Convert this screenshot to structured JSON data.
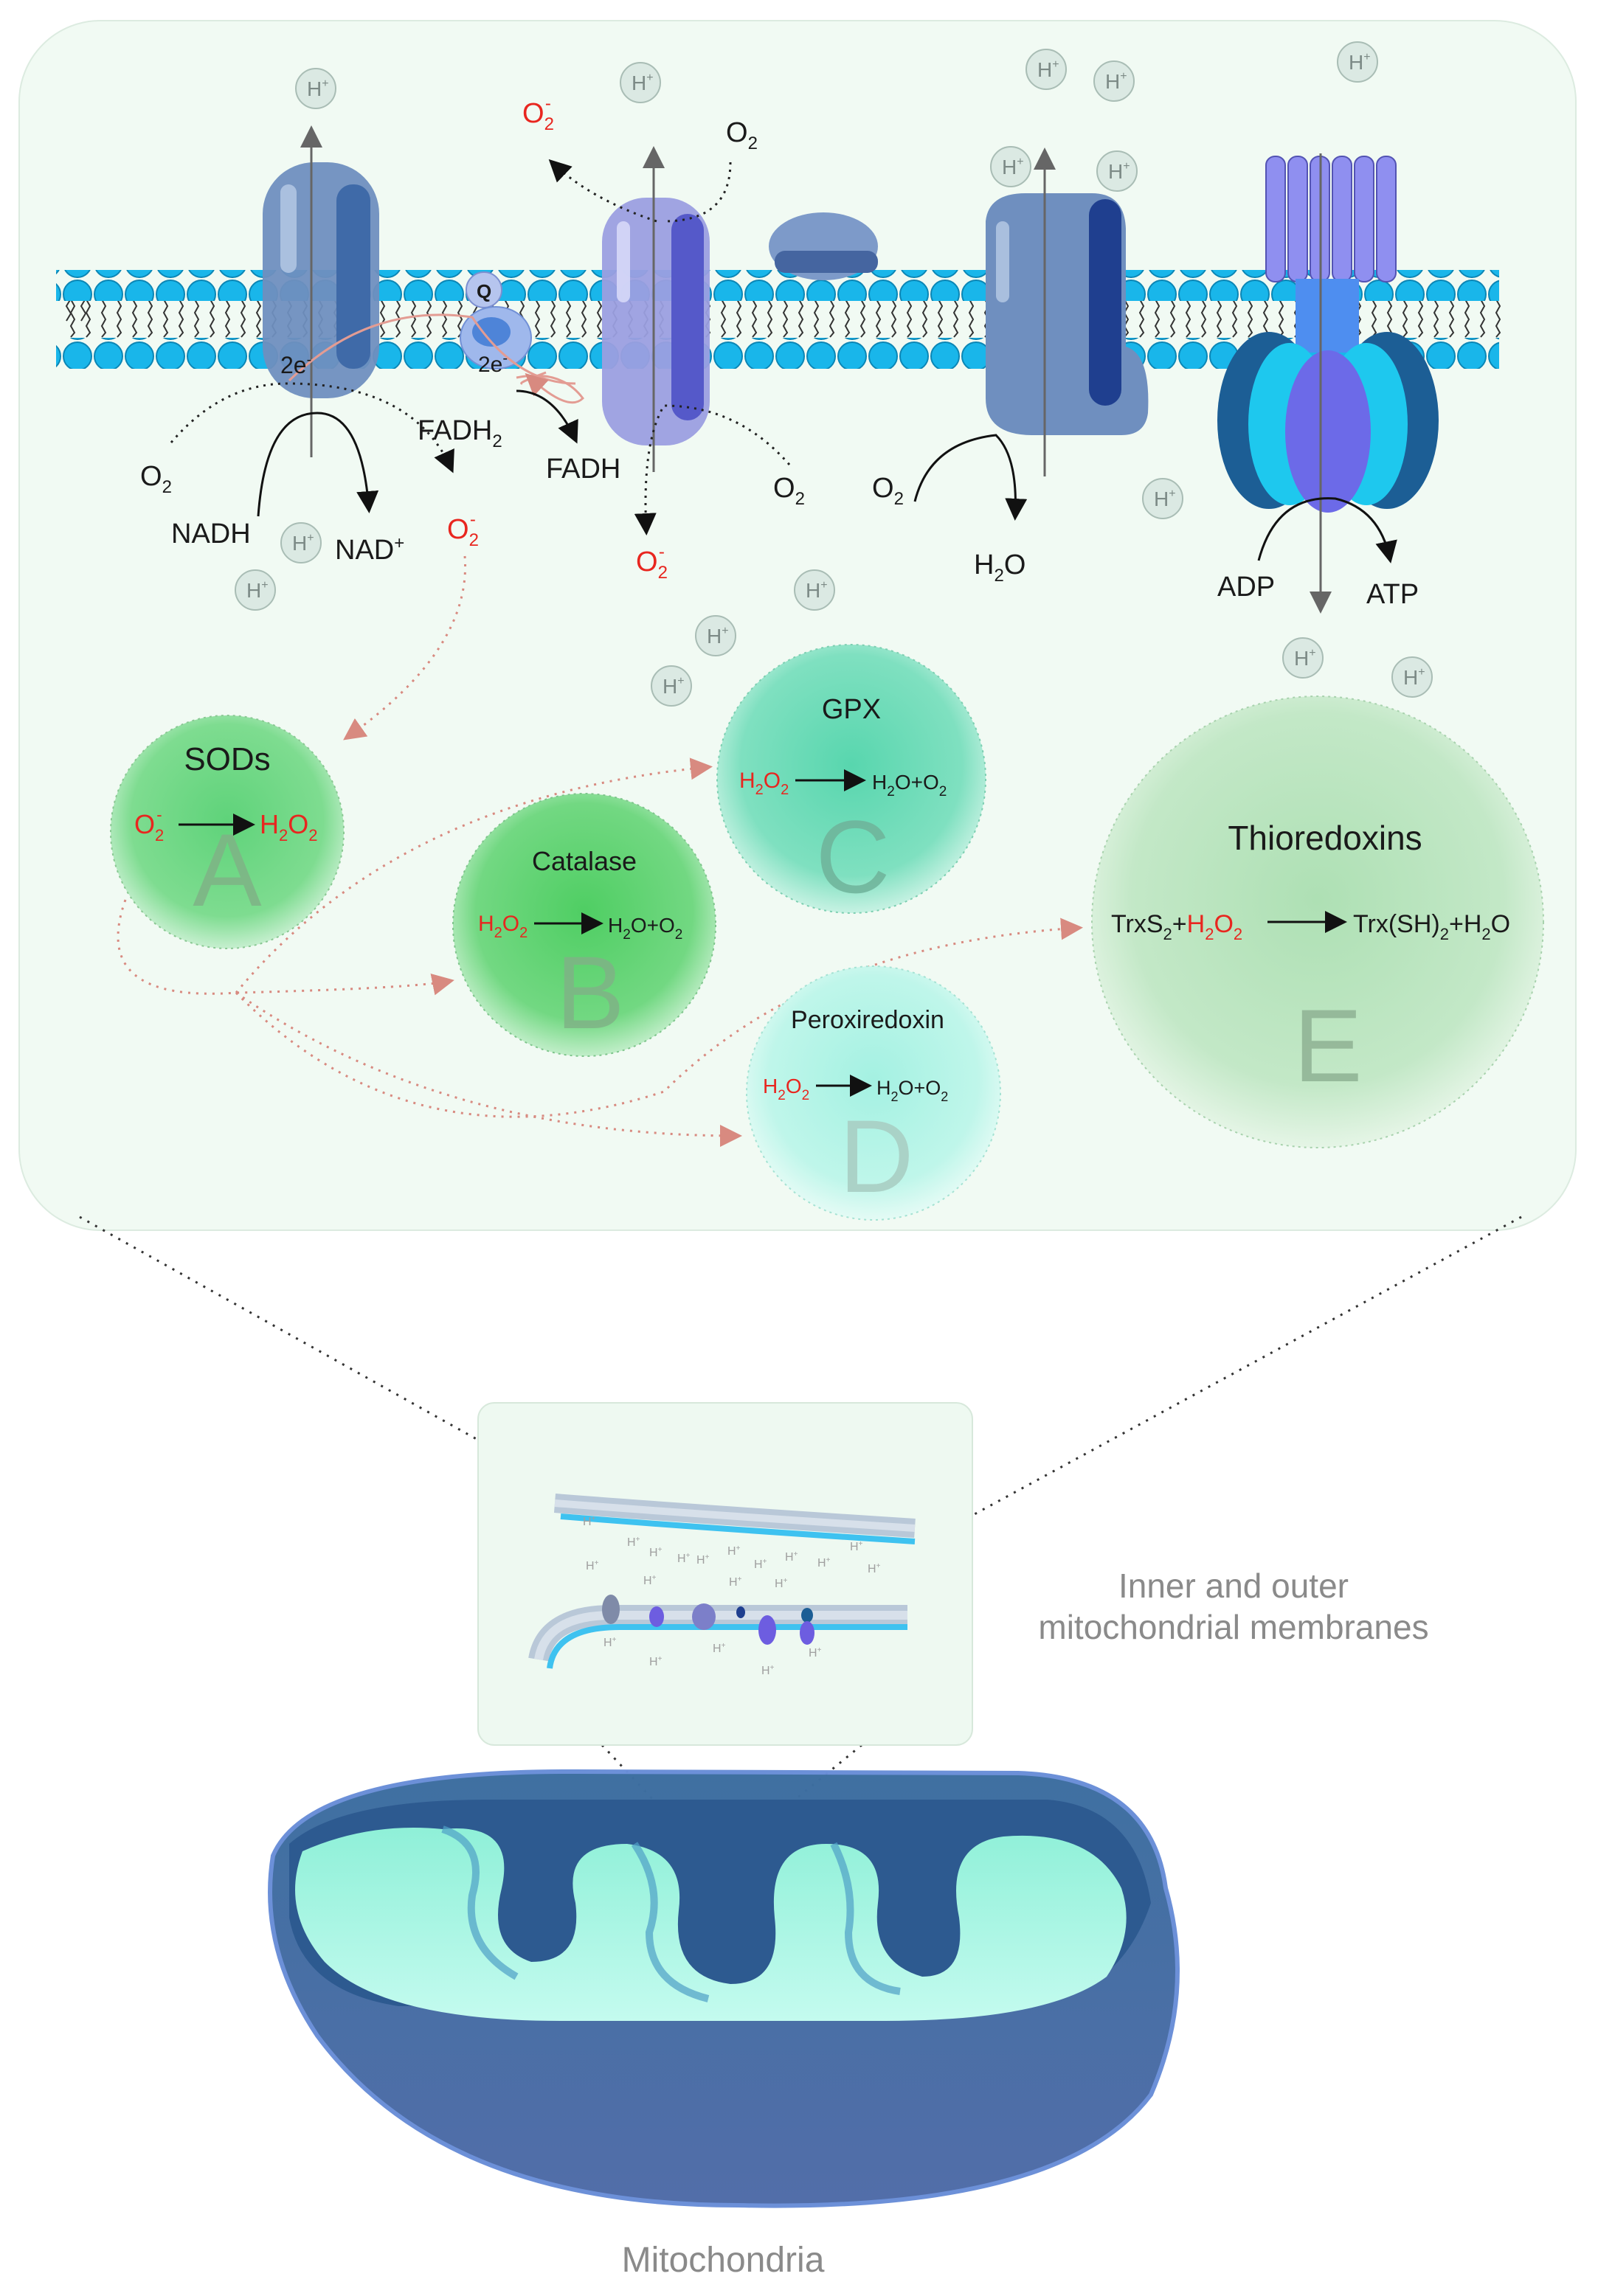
{
  "labels": {
    "h_plus": "H",
    "h_plus_sup": "+",
    "o2": "O",
    "o2_sub": "2",
    "superoxide_sup": "-",
    "two_e": "2e",
    "two_e_sup": "-",
    "q": "Q",
    "nadh": "NADH",
    "nad": "NAD",
    "nad_sup": "+",
    "fadh2": "FADH",
    "fadh2_sub": "2",
    "fadh": "FADH",
    "h2o": "H",
    "h2o_sub": "2",
    "h2o_tail": "O",
    "adp": "ADP",
    "atp": "ATP"
  },
  "enzymes": {
    "sods": {
      "name": "SODs",
      "letter": "A",
      "reaction_left": "O",
      "reaction_right": "H"
    },
    "catalase": {
      "name": "Catalase",
      "letter": "B"
    },
    "gpx": {
      "name": "GPX",
      "letter": "C"
    },
    "peroxiredoxin": {
      "name": "Peroxiredoxin",
      "letter": "D"
    },
    "thioredoxins": {
      "name": "Thioredoxins",
      "letter": "E",
      "reactant_a": "TrxS",
      "reactant_plus": "+",
      "product": "Trx(SH)",
      "product_tail": "+H"
    },
    "common": {
      "h": "H",
      "sub2": "2",
      "o": "O",
      "product_plus": "O+O"
    }
  },
  "bottom": {
    "membranes_line1": "Inner and outer",
    "membranes_line2": "mitochondrial membranes",
    "mitochondria": "Mitochondria"
  },
  "colors": {
    "panel_bg": "#f1faf3",
    "lipid_head": "#19b6ea",
    "superoxide_red": "#e8261f",
    "arrow_pink": "#d88a80",
    "complex_blue": "#6f8fbf",
    "complex_violet": "#9b9fe0",
    "atp_synthase_cyan": "#1ec8ee"
  }
}
